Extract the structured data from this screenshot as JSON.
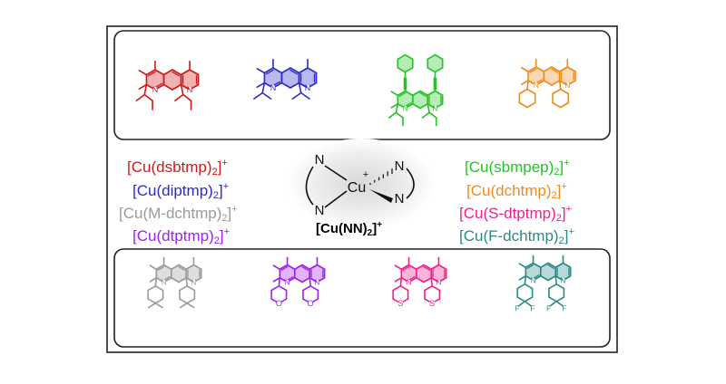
{
  "colors": {
    "dsbtmp": "#d01818",
    "diptmp": "#2a2ad0",
    "sbmpep": "#22c422",
    "dchtmp": "#f08a1a",
    "m_dchtmp": "#9a9a9a",
    "dtptmp": "#a020f0",
    "s_dtptmp": "#f0208a",
    "f_dchtmp": "#2a8a86",
    "frame": "#222222"
  },
  "atoms": {
    "n": "N",
    "o": "O",
    "s": "S",
    "f": "F",
    "cu": "Cu",
    "plus": "+"
  },
  "center": {
    "formula_main": "[Cu(NN)",
    "sub": "2",
    "close": "]",
    "sup": "+"
  },
  "labels_left": [
    {
      "key": "dsbtmp",
      "prefix": "[Cu(",
      "name": "dsbtmp",
      "suffix": ")",
      "sub": "2",
      "close": "]",
      "sup": "+"
    },
    {
      "key": "diptmp",
      "prefix": "[Cu(",
      "name": "diptmp",
      "suffix": ")",
      "sub": "2",
      "close": "]",
      "sup": "+"
    },
    {
      "key": "m_dchtmp",
      "prefix": "[Cu(",
      "name": "M-dchtmp",
      "suffix": ")",
      "sub": "2",
      "close": "]",
      "sup": "+"
    },
    {
      "key": "dtptmp",
      "prefix": "[Cu(",
      "name": "dtptmp",
      "suffix": ")",
      "sub": "2",
      "close": "]",
      "sup": "+"
    }
  ],
  "labels_right": [
    {
      "key": "sbmpep",
      "prefix": "[Cu(",
      "name": "sbmpep",
      "suffix": ")",
      "sub": "2",
      "close": "]",
      "sup": "+"
    },
    {
      "key": "dchtmp",
      "prefix": "[Cu(",
      "name": "dchtmp",
      "suffix": ")",
      "sub": "2",
      "close": "]",
      "sup": "+"
    },
    {
      "key": "s_dtptmp",
      "prefix": "[Cu(",
      "name": "S-dtptmp",
      "suffix": ")",
      "sub": "2",
      "close": "]",
      "sup": "+"
    },
    {
      "key": "f_dchtmp",
      "prefix": "[Cu(",
      "name": "F-dchtmp",
      "suffix": ")",
      "sub": "2",
      "close": "]",
      "sup": "+"
    }
  ]
}
